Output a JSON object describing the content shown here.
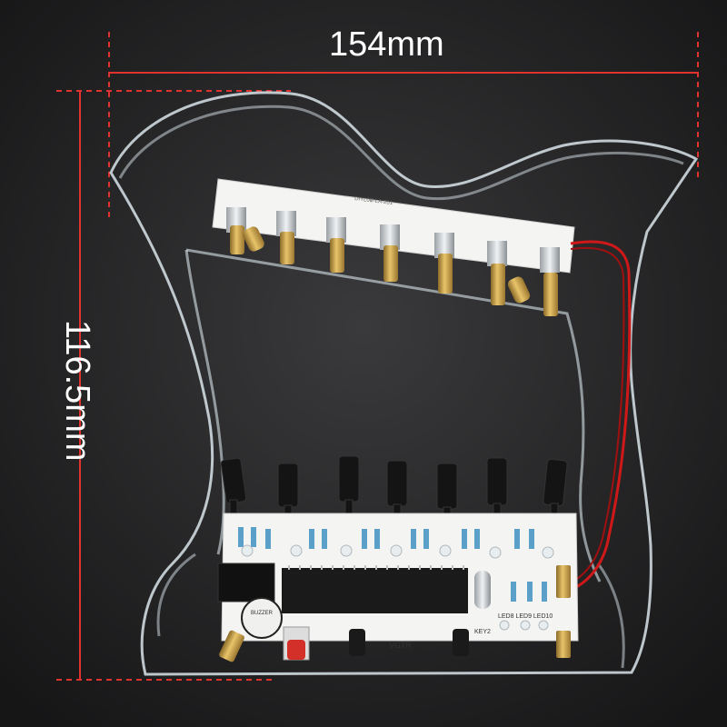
{
  "dimensions": {
    "width_label": "154mm",
    "height_label": "116.5mm",
    "dimension_line_color": "#e0322e"
  },
  "product": {
    "acrylic_color": "#d8e4ea",
    "pcb_color": "#f4f4f2",
    "laser_head_color": "#c8a24a",
    "chip_color": "#1a1a1a",
    "button_color": "#d3302a",
    "wire_color": "#d01818",
    "laser_count": 7,
    "sensor_count": 7
  },
  "pcb_labels": {
    "top_silkscreen": "DIYL0Ⅲ-LA-201",
    "bottom_silkscreen": "VGTR",
    "led_labels": "LED8 LED9 LED10",
    "key_label": "KEY2",
    "buzzer_label": "BUZZER"
  }
}
